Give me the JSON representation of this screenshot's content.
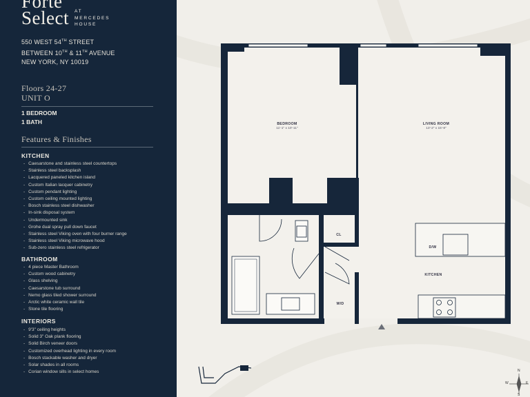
{
  "brand": {
    "name_line1": "Forte",
    "name_line2": "Select",
    "sub_line1": "AT",
    "sub_line2": "MERCEDES",
    "sub_line3": "HOUSE"
  },
  "address": {
    "line1_main": "550 WEST 54",
    "line1_sup": "TH",
    "line1_end": " STREET",
    "line2_a": "BETWEEN 10",
    "line2_sup1": "TH",
    "line2_b": " & 11",
    "line2_sup2": "TH",
    "line2_c": " AVENUE",
    "line3": "NEW YORK, NY 10019"
  },
  "unit": {
    "floors": "Floors 24-27",
    "unit": "UNIT O",
    "bedrooms": "1 BEDROOM",
    "baths": "1 BATH"
  },
  "features_title": "Features & Finishes",
  "kitchen": {
    "title": "KITCHEN",
    "items": [
      "Caesarstone and stainless steel countertops",
      "Stainless steel backsplash",
      "Lacquered paneled kitchen island",
      "Custom Italian lacquer cabinetry",
      "Custom pendant lighting",
      "Custom ceiling mounted lighting",
      "Bosch stainless steel dishwasher",
      "In-sink disposal system",
      "Undermounted sink",
      "Grohe dual spray pull down faucet",
      "Stainless steel Viking oven with four burner range",
      "Stainless steel Viking microwave hood",
      "Sub-zero stainless steel refrigerator"
    ]
  },
  "bathroom": {
    "title": "BATHROOM",
    "items": [
      "4 piece Master Bathroom",
      "Custom wood cabinetry",
      "Glass shelving",
      "Caesarstone tub surround",
      "Nemo glass tiled shower surround",
      "Arctic white ceramic wall tile",
      "Stone tile flooring"
    ]
  },
  "interiors": {
    "title": "INTERIORS",
    "items": [
      "9'3\" ceiling heights",
      "Solid 3\" Oak plank flooring",
      "Solid Birch veneer doors",
      "Customized overhead lighting in every room",
      "Bosch stackable washer and dryer",
      "Solar shades in all rooms",
      "Corian window sills in select homes"
    ]
  },
  "plan": {
    "bedroom_label": "BEDROOM",
    "bedroom_dim": "11'-1\" x 10'-11\"",
    "living_label": "LIVING ROOM",
    "living_dim": "13'-2\" x 15'-8\"",
    "kitchen_label": "KITCHEN",
    "closet_label": "CL",
    "wd_label": "W/D",
    "dw_label": "D/W",
    "compass": {
      "n": "N",
      "s": "S",
      "e": "E",
      "w": "W"
    }
  },
  "colors": {
    "sidebar": "#15263a",
    "wall": "#16263a",
    "paper": "#f1efea"
  }
}
